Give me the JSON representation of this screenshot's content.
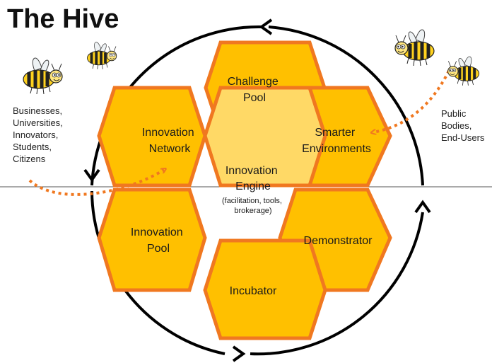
{
  "title": "The Hive",
  "left_stakeholders": [
    "Businesses,",
    "Universities,",
    "Innovators,",
    "Students,",
    "Citizens"
  ],
  "right_stakeholders": [
    "Public",
    "Bodies,",
    "End-Users"
  ],
  "cells": {
    "challenge_pool": [
      "Challenge",
      "Pool"
    ],
    "innovation_network": [
      "Innovation",
      "Network"
    ],
    "smarter_environments": [
      "Smarter",
      "Environments"
    ],
    "innovation_engine": [
      "Innovation",
      "Engine"
    ],
    "innovation_engine_detail": [
      "(facilitation, tools,",
      "brokerage)"
    ],
    "innovation_pool": [
      "Innovation",
      "Pool"
    ],
    "demonstrator": [
      "Demonstrator"
    ],
    "incubator": [
      "Incubator"
    ]
  },
  "colors": {
    "hex_fill": "#ffc000",
    "hex_stroke": "#f07820",
    "center_fill": "#ffd966",
    "dotted_arrow": "#f07820",
    "cycle_arrow": "#000000"
  },
  "icons": [
    "bee-icon",
    "bee-icon",
    "bee-icon",
    "bee-icon"
  ]
}
